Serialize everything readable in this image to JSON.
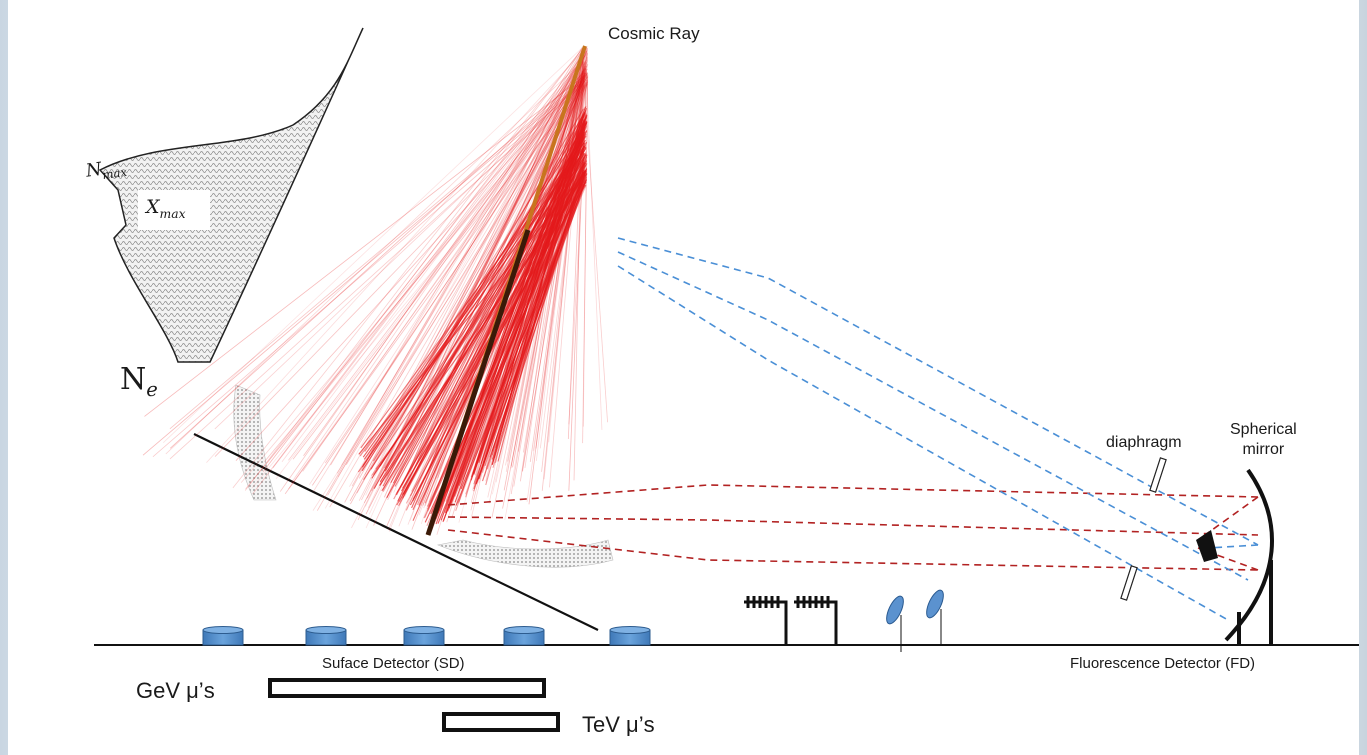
{
  "labels": {
    "cosmic_ray": "Cosmic Ray",
    "n_max": "N",
    "n_max_sub": "max",
    "x_max": "X",
    "x_max_sub": "max",
    "n_e": "N",
    "n_e_sub": "e",
    "diaphragm": "diaphragm",
    "spherical_mirror_line1": "Spherical",
    "spherical_mirror_line2": "mirror",
    "surface_detector": "Suface Detector (SD)",
    "fluorescence_detector": "Fluorescence Detector (FD)",
    "gev_muons": "GeV μ’s",
    "tev_muons": "TeV μ’s"
  },
  "colors": {
    "shower_red": "#e41a1c",
    "shower_core": "#3a1a08",
    "red_dashes": "#b22222",
    "blue_dashes": "#4a8fd6",
    "tank_blue": "#4a86c8",
    "hatch_gray": "#9a9a9a"
  },
  "icons": {
    "surface_tank": "cylinder-tank-icon",
    "radio_antenna": "antenna-icon",
    "dish_antenna": "dish-icon",
    "mirror": "spherical-mirror-icon",
    "camera": "camera-icon"
  }
}
